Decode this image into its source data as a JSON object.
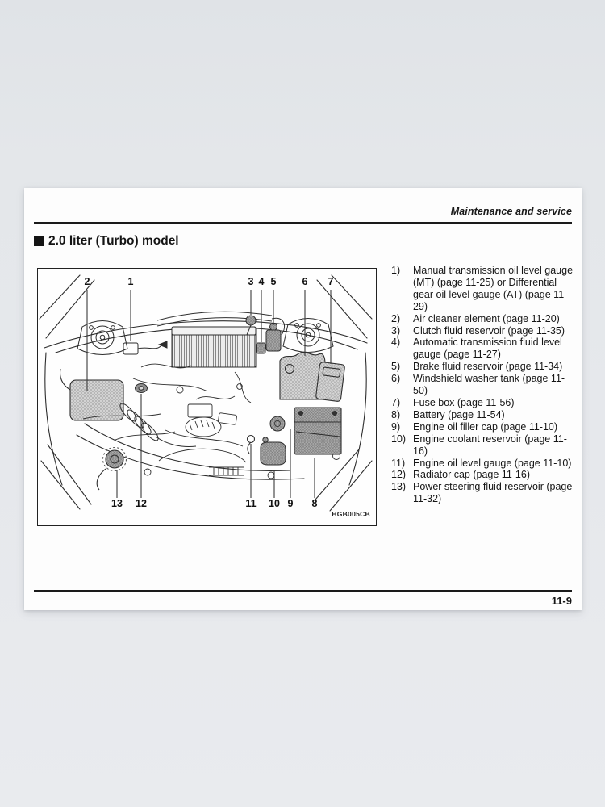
{
  "header": {
    "title": "Maintenance and service"
  },
  "section": {
    "heading": "2.0 liter (Turbo) model"
  },
  "figure": {
    "code": "HGB005CB",
    "callouts_top": [
      {
        "label": "2"
      },
      {
        "label": "1"
      },
      {
        "label": "3"
      },
      {
        "label": "4"
      },
      {
        "label": "5"
      },
      {
        "label": "6"
      },
      {
        "label": "7"
      }
    ],
    "callouts_bottom": [
      {
        "label": "13"
      },
      {
        "label": "12"
      },
      {
        "label": "11"
      },
      {
        "label": "10"
      },
      {
        "label": "9"
      },
      {
        "label": "8"
      }
    ]
  },
  "legend": {
    "items": [
      {
        "num": "1)",
        "text": "Manual transmission oil level gauge (MT) (page 11-25) or Differential gear oil level gauge (AT) (page 11-29)"
      },
      {
        "num": "2)",
        "text": "Air cleaner element (page 11-20)"
      },
      {
        "num": "3)",
        "text": "Clutch fluid reservoir (page 11-35)"
      },
      {
        "num": "4)",
        "text": "Automatic transmission fluid level gauge (page 11-27)"
      },
      {
        "num": "5)",
        "text": "Brake fluid reservoir (page 11-34)"
      },
      {
        "num": "6)",
        "text": "Windshield washer tank (page 11-50)"
      },
      {
        "num": "7)",
        "text": "Fuse box (page 11-56)"
      },
      {
        "num": "8)",
        "text": "Battery (page 11-54)"
      },
      {
        "num": "9)",
        "text": "Engine oil filler cap (page 11-10)"
      },
      {
        "num": "10)",
        "text": "Engine coolant reservoir (page 11-16)"
      },
      {
        "num": "11)",
        "text": "Engine oil level gauge (page 11-10)"
      },
      {
        "num": "12)",
        "text": "Radiator cap (page 11-16)"
      },
      {
        "num": "13)",
        "text": "Power steering fluid reservoir (page 11-32)"
      }
    ]
  },
  "page_number": "11-9"
}
